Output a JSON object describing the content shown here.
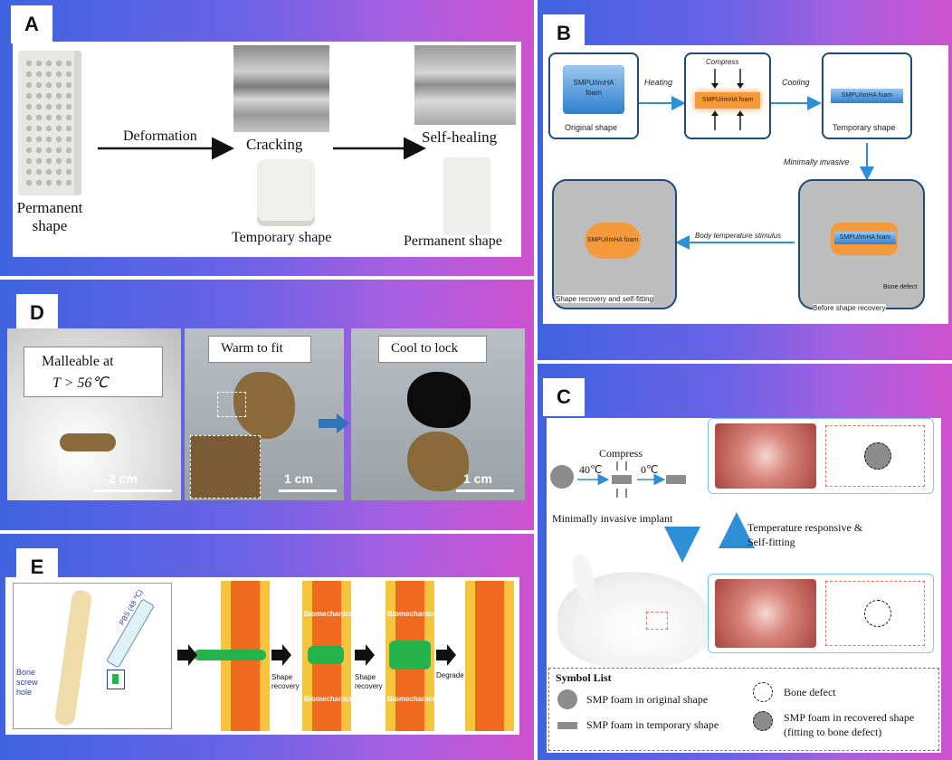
{
  "panels": {
    "A": {
      "label": "A",
      "deformation": "Deformation",
      "cracking": "Cracking",
      "self_healing": "Self-healing",
      "permanent_shape_left": "Permanent\nshape",
      "temporary_shape": "Temporary shape",
      "permanent_shape_right": "Permanent shape"
    },
    "B": {
      "label": "B",
      "foam_original": "SMPU/imHA\nfoam",
      "original_shape": "Original shape",
      "heating": "Heating",
      "compress": "Compress",
      "foam_compressed": "SMPU/imHA foam",
      "cooling": "Cooling",
      "foam_temporary": "SMPU/imHA foam",
      "temporary_shape": "Temporary shape",
      "minimally_invasive": "Minimally invasive",
      "foam_recovered": "SMPU/imHA foam",
      "body_temperature": "Body temperature stimulus",
      "foam_before": "SMPU/imHA foam",
      "bone_defect": "Bone defect",
      "recovery_label": "Shape recovery and self-fitting",
      "before_label": "Before shape recovery"
    },
    "C": {
      "label": "C",
      "temp_40": "40℃",
      "compress": "Compress",
      "temp_0": "0℃",
      "minimally_invasive_implant": "Minimally invasive implant",
      "temperature_responsive": "Temperature responsive &",
      "self_fitting": "Self-fitting",
      "symbol_list": "Symbol List",
      "sym_original": "SMP foam in original shape",
      "sym_temporary": "SMP foam in temporary shape",
      "sym_bone_defect": "Bone defect",
      "sym_recovered": "SMP foam in recovered shape",
      "sym_recovered_2": "(fitting to bone defect)"
    },
    "D": {
      "label": "D",
      "malleable": "Malleable at",
      "temp": "T > 56℃",
      "warm": "Warm to fit",
      "cool": "Cool to lock",
      "scale1": "2 cm",
      "scale2": "1 cm",
      "scale3": "1 cm"
    },
    "E": {
      "label": "E",
      "pbs": "PBS (48 ℃)",
      "bone_screw_hole": "Bone\nscrew\nhole",
      "biomechanics": "Biomechanics",
      "shape_recovery": "Shape\nrecovery",
      "degrade": "Degrade"
    }
  },
  "colors": {
    "gradient_start": "#3f63e0",
    "gradient_end": "#cf52cf",
    "foam_blue": "#2f7fcf",
    "foam_orange": "#f59a3a",
    "arrow_blue": "#2f8fd6",
    "implant_green": "#27b34b"
  }
}
